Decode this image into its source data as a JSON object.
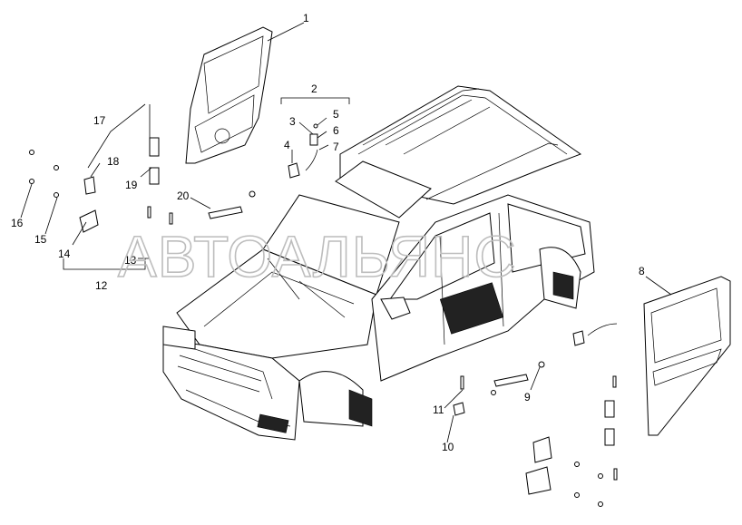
{
  "watermark": "АВТОАЛЬЯНС",
  "callouts": [
    {
      "id": "1",
      "label": "1"
    },
    {
      "id": "2",
      "label": "2"
    },
    {
      "id": "3",
      "label": "3"
    },
    {
      "id": "4",
      "label": "4"
    },
    {
      "id": "5",
      "label": "5"
    },
    {
      "id": "6",
      "label": "6"
    },
    {
      "id": "7",
      "label": "7"
    },
    {
      "id": "8",
      "label": "8"
    },
    {
      "id": "9",
      "label": "9"
    },
    {
      "id": "10",
      "label": "10"
    },
    {
      "id": "11",
      "label": "11"
    },
    {
      "id": "12",
      "label": "12"
    },
    {
      "id": "13",
      "label": "13"
    },
    {
      "id": "14",
      "label": "14"
    },
    {
      "id": "15",
      "label": "15"
    },
    {
      "id": "16",
      "label": "16"
    },
    {
      "id": "17",
      "label": "17"
    },
    {
      "id": "18",
      "label": "18"
    },
    {
      "id": "19",
      "label": "19"
    },
    {
      "id": "20",
      "label": "20"
    }
  ]
}
